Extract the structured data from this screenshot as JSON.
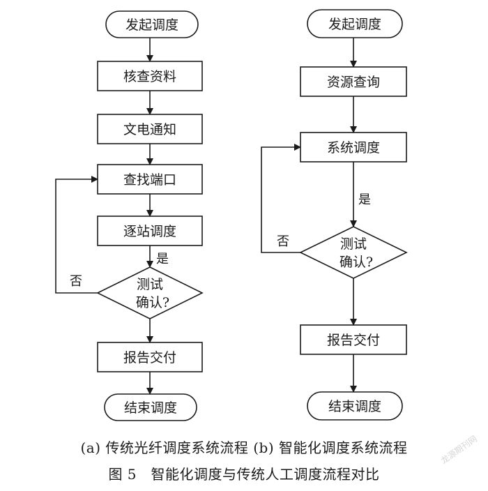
{
  "flow_a": {
    "start": "发起调度",
    "step1": "核查资料",
    "step2": "文电通知",
    "step3": "查找端口",
    "step4": "逐站调度",
    "decision": [
      "测试",
      "确认?"
    ],
    "yes": "是",
    "no": "否",
    "step5": "报告交付",
    "end": "结束调度"
  },
  "flow_b": {
    "start": "发起调度",
    "step1": "资源查询",
    "step2": "系统调度",
    "yes": "是",
    "decision": [
      "测试",
      "确认?"
    ],
    "no": "否",
    "step3": "报告交付",
    "end": "结束调度"
  },
  "caption": {
    "subcaptions": "(a) 传统光纤调度系统流程 (b) 智能化调度系统流程",
    "figure": "图 5　智能化调度与传统人工调度流程对比"
  },
  "watermark": "龙源期刊网"
}
